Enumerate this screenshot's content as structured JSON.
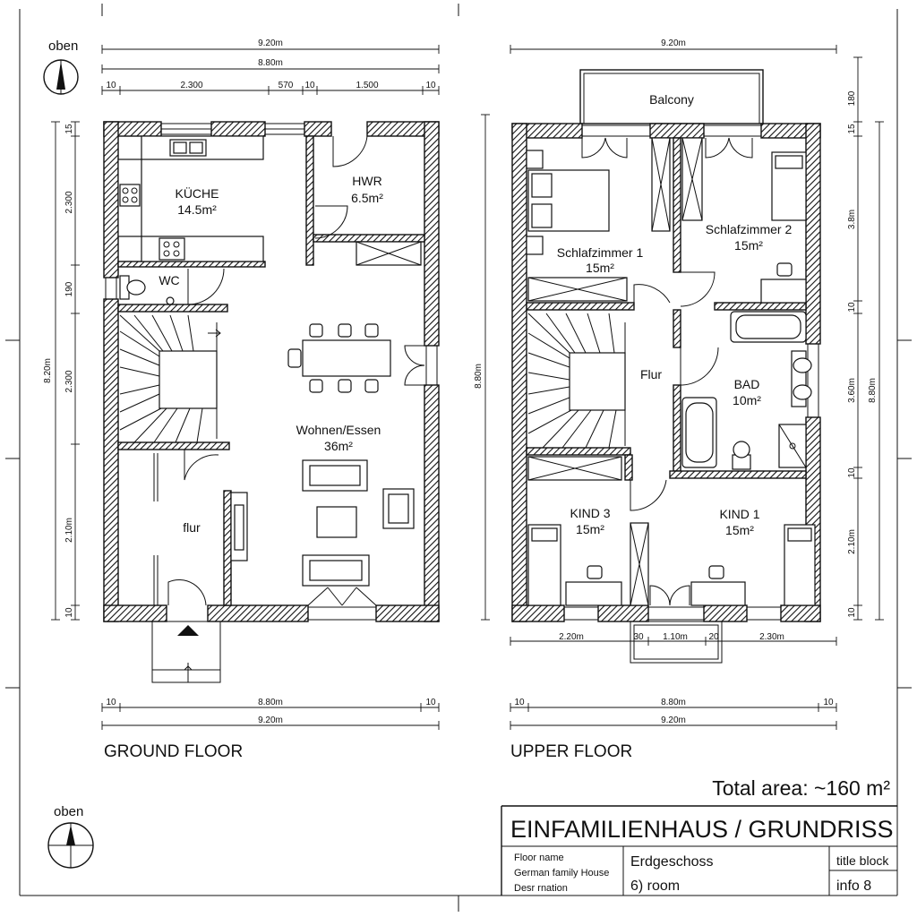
{
  "north": {
    "top_label": "oben",
    "bottom_label": "oben"
  },
  "ground_floor": {
    "label": "GROUND FLOOR",
    "dims_top": {
      "overall": "9.20m",
      "inner": "8.80m",
      "segments": [
        "10",
        "2.300",
        "570",
        "10",
        "1.500",
        "10"
      ]
    },
    "dims_left": {
      "overall": "8.20m",
      "segments": [
        "15",
        "2.300",
        "190",
        "2.300",
        "2.10m",
        "10"
      ]
    },
    "dims_bottom": {
      "left_end": "10",
      "inner": "8.80m",
      "right_end": "10",
      "overall": "9.20m"
    },
    "rooms": [
      {
        "name": "KÜCHE",
        "area": "14.5m²"
      },
      {
        "name": "HWR",
        "area": "6.5m²"
      },
      {
        "name": "WC",
        "area": ""
      },
      {
        "name": "Wohnen/Essen",
        "area": "36m²"
      },
      {
        "name": "flur",
        "area": ""
      }
    ]
  },
  "upper_floor": {
    "label": "UPPER FLOOR",
    "dims_top": {
      "overall": "9.20m"
    },
    "dims_left": {
      "overall": "8.80m"
    },
    "dims_right": {
      "overall": "8.80m",
      "segments": [
        "180",
        "15",
        "3.8m",
        "10",
        "3.60m",
        "10",
        "2.10m",
        "10"
      ]
    },
    "dims_below": {
      "segments": [
        "2.20m",
        "30",
        "1.10m",
        "20",
        "2.30m"
      ]
    },
    "dims_bottom": {
      "left_end": "10",
      "inner": "8.80m",
      "right_end": "10",
      "overall": "9.20m"
    },
    "rooms": [
      {
        "name": "Balcony",
        "area": ""
      },
      {
        "name": "Schlafzimmer 1",
        "area": "15m²"
      },
      {
        "name": "Schlafzimmer 2",
        "area": "15m²"
      },
      {
        "name": "Flur",
        "area": ""
      },
      {
        "name": "BAD",
        "area": "10m²"
      },
      {
        "name": "KIND 3",
        "area": "15m²"
      },
      {
        "name": "KIND 1",
        "area": "15m²"
      }
    ]
  },
  "summary": {
    "total_area": "Total area: ~160 m²"
  },
  "title_block": {
    "title": "EINFAMILIENHAUS / GRUNDRISS",
    "field_labels": [
      "Floor name",
      "German family House",
      "Desr rnation"
    ],
    "floor_name": "Erdgeschoss",
    "rooms": "6) room",
    "right_top": "title block",
    "right_bottom": "info 8"
  }
}
